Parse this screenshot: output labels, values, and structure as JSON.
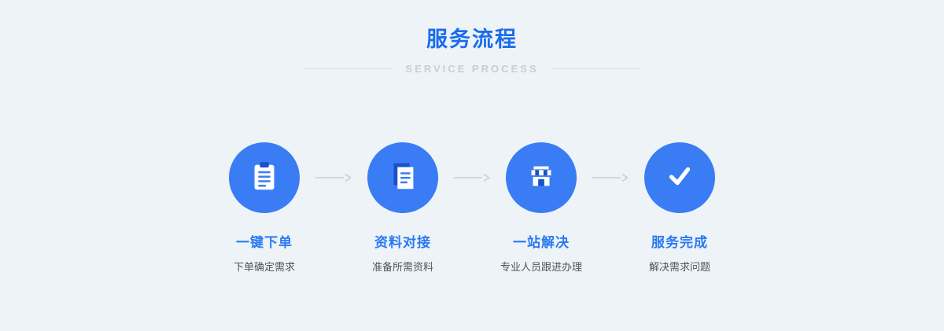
{
  "header": {
    "title": "服务流程",
    "subtitle": "SERVICE  PROCESS"
  },
  "steps": [
    {
      "icon": "clipboard-order-icon",
      "title": "一键下单",
      "desc": "下单确定需求"
    },
    {
      "icon": "documents-icon",
      "title": "资料对接",
      "desc": "准备所需资料"
    },
    {
      "icon": "storefront-icon",
      "title": "一站解决",
      "desc": "专业人员跟进办理"
    },
    {
      "icon": "checkmark-icon",
      "title": "服务完成",
      "desc": "解决需求问题"
    }
  ],
  "colors": {
    "background": "#edf3f7",
    "title_blue": "#1b6cee",
    "step_title_blue": "#2a79f3",
    "circle_blue": "#3a7cf4",
    "icon_dark_blue": "#1c50c8",
    "arrow_grey": "#c6ccd2",
    "subtitle_grey": "#c6cfd6",
    "desc_grey": "#4e555d"
  }
}
